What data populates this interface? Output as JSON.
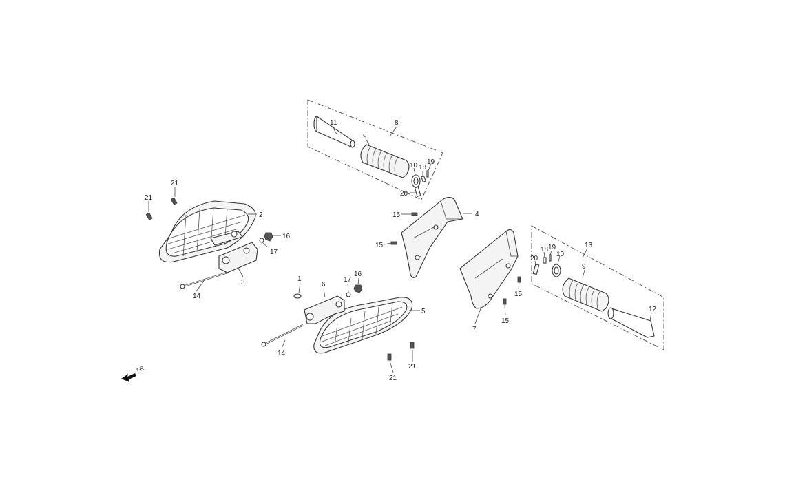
{
  "diagram": {
    "direction_label": "FR",
    "callouts": {
      "c1": "1",
      "c2": "2",
      "c3": "3",
      "c4": "4",
      "c5": "5",
      "c6": "6",
      "c7": "7",
      "c8": "8",
      "c9a": "9",
      "c9b": "9",
      "c10a": "10",
      "c10b": "10",
      "c11": "11",
      "c12": "12",
      "c13": "13",
      "c14a": "14",
      "c14b": "14",
      "c15a": "15",
      "c15b": "15",
      "c15c": "15",
      "c15d": "15",
      "c16a": "16",
      "c16b": "16",
      "c17a": "17",
      "c17b": "17",
      "c18a": "18",
      "c18b": "18",
      "c19a": "19",
      "c19b": "19",
      "c20a": "20",
      "c20b": "20",
      "c21a": "21",
      "c21b": "21",
      "c21c": "21",
      "c21d": "21"
    }
  }
}
